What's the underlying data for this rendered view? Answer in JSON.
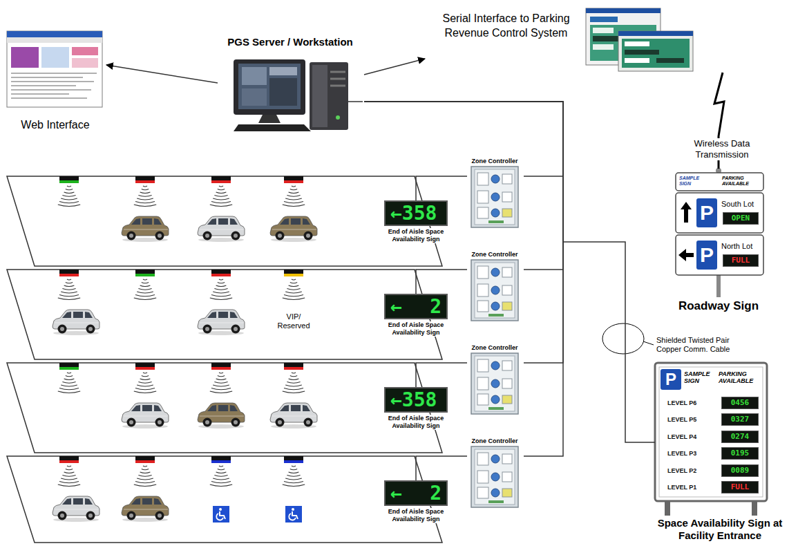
{
  "diagram": {
    "nodes": [
      {
        "text": [
          "Web Interface"
        ]
      },
      {
        "text": [
          "PGS Server / Workstation"
        ]
      },
      {
        "text": [
          "Serial Interface to Parking Revenue Control System"
        ]
      },
      {
        "text": [
          "SAMPLE SIGN",
          "PARKING AVAILABLE",
          "P",
          "South Lot",
          "OPEN",
          "P",
          "North Lot",
          "FULL",
          "Roadway Sign"
        ]
      },
      {
        "text": [
          "←358",
          "End of Aisle Space Availability Sign"
        ]
      },
      {
        "text": [
          "Zone Controller"
        ]
      },
      {
        "text": [
          "← 2",
          "End of Aisle Space Availability Sign"
        ]
      },
      {
        "text": [
          "Zone Controller"
        ]
      },
      {
        "text": [
          "←358",
          "End of Aisle Space Availability Sign"
        ]
      },
      {
        "text": [
          "Zone Controller"
        ]
      },
      {
        "text": [
          "← 2",
          "End of Aisle Space Availability Sign"
        ]
      },
      {
        "text": [
          "Zone Controller"
        ]
      },
      {
        "text": [
          "P",
          "SAMPLE SIGN",
          "PARKING AVAILABLE",
          "LEVEL P6",
          "0456",
          "LEVEL P5",
          "0327",
          "LEVEL P4",
          "0274",
          "LEVEL P3",
          "0195",
          "LEVEL P2",
          "0089",
          "LEVEL P1",
          "FULL",
          "Space Availability Sign at Facility Entrance"
        ]
      }
    ],
    "edges": [
      {
        "from": 1,
        "to": 0,
        "arrow": "to"
      },
      {
        "from": 1,
        "to": 2,
        "arrow": "to"
      },
      {
        "from": 2,
        "to": 3,
        "label": "Wireless Data Transmission",
        "arrow": "none"
      },
      {
        "from": 1,
        "to": 5,
        "arrow": "none"
      },
      {
        "from": 1,
        "to": 7,
        "arrow": "none"
      },
      {
        "from": 1,
        "to": 9,
        "arrow": "none"
      },
      {
        "from": 1,
        "to": 11,
        "arrow": "none"
      },
      {
        "from": 1,
        "to": 12,
        "arrow": "none"
      },
      {
        "from": 4,
        "to": 5,
        "arrow": "none"
      },
      {
        "from": 6,
        "to": 7,
        "arrow": "none"
      },
      {
        "from": 8,
        "to": 9,
        "arrow": "none"
      },
      {
        "from": 10,
        "to": 11,
        "arrow": "none"
      }
    ],
    "labels": [
      "VIP/ Reserved",
      "Shielded Twisted Pair Copper Comm. Cable"
    ]
  }
}
